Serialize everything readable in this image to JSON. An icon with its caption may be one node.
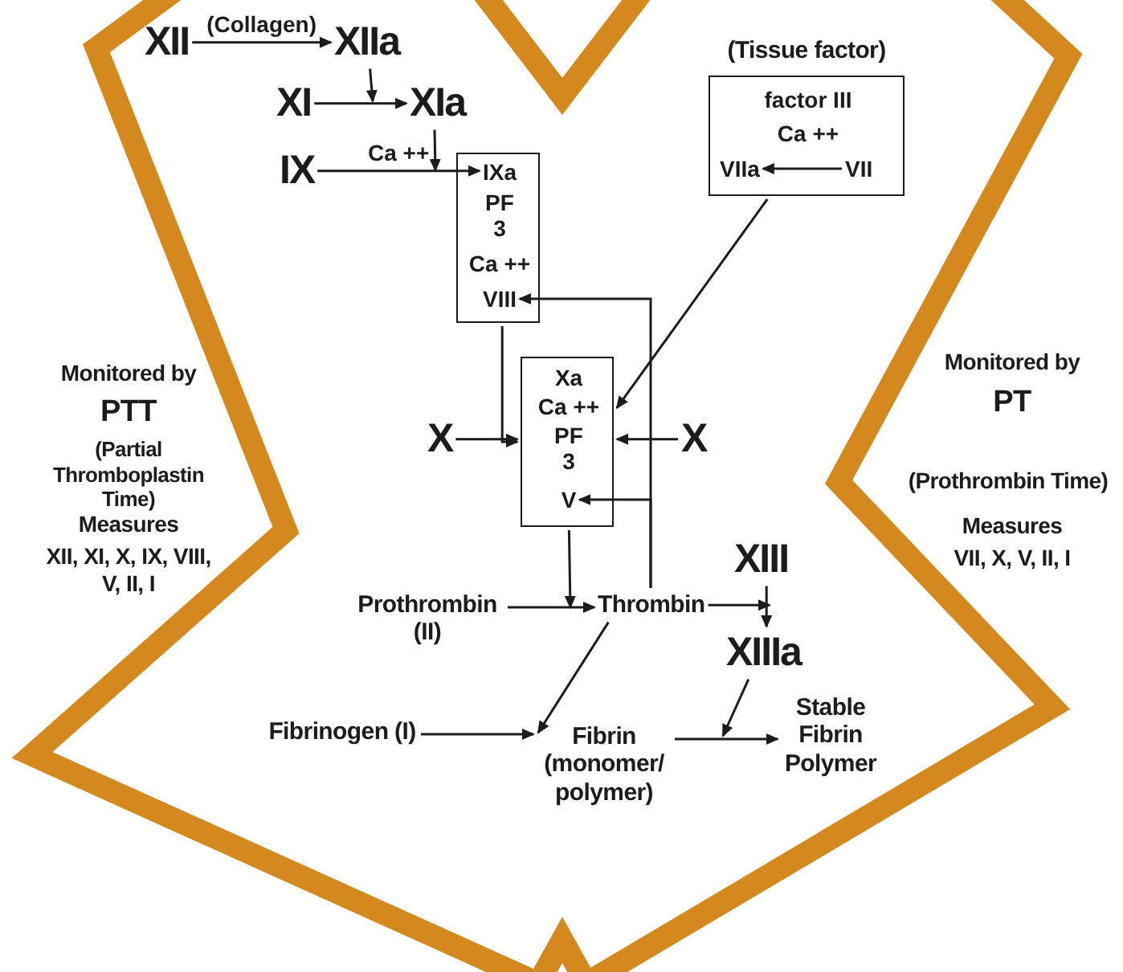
{
  "diagram": {
    "nodes": [
      {
        "text": [
          "XII"
        ]
      },
      {
        "text": [
          "XIIa"
        ]
      },
      {
        "text": [
          "XI"
        ]
      },
      {
        "text": [
          "XIa"
        ]
      },
      {
        "text": [
          "IX"
        ]
      },
      {
        "text": [],
        "shape": "box"
      },
      {
        "text": [
          "IXa"
        ],
        "in": 5
      },
      {
        "text": [
          "PF 3"
        ],
        "in": 5
      },
      {
        "text": [
          "Ca ++"
        ],
        "in": 5
      },
      {
        "text": [
          "VIII"
        ],
        "in": 5
      },
      {
        "text": [
          "(Tissue factor)"
        ]
      },
      {
        "text": [
          "factor III"
        ],
        "in": 10
      },
      {
        "text": [
          "Ca ++"
        ],
        "in": 10
      },
      {
        "text": [
          "VIIa"
        ],
        "in": 10
      },
      {
        "text": [
          "VII"
        ],
        "in": 10
      },
      {
        "text": [
          "X"
        ]
      },
      {
        "text": [],
        "shape": "box"
      },
      {
        "text": [
          "Xa"
        ],
        "in": 16
      },
      {
        "text": [
          "Ca ++"
        ],
        "in": 16
      },
      {
        "text": [
          "PF 3"
        ],
        "in": 16
      },
      {
        "text": [
          "V"
        ],
        "in": 16
      },
      {
        "text": [
          "X"
        ]
      },
      {
        "text": [
          "Prothrombin (II)"
        ]
      },
      {
        "text": [
          "Thrombin"
        ]
      },
      {
        "text": [
          "XIII"
        ]
      },
      {
        "text": [
          "XIIIa"
        ]
      },
      {
        "text": [
          "Fibrinogen (I)"
        ]
      },
      {
        "text": [
          "Fibrin (monomer/ polymer)"
        ]
      },
      {
        "text": [
          "Stable Fibrin Polymer"
        ]
      }
    ],
    "edges": [
      {
        "from": 0,
        "to": 1,
        "arrow": "to",
        "label": "(Collagen)"
      },
      {
        "from": 1,
        "to": 3,
        "arrow": "to"
      },
      {
        "from": 2,
        "to": 3,
        "arrow": "to"
      },
      {
        "from": 3,
        "to": 5,
        "arrow": "to"
      },
      {
        "from": 4,
        "to": 6,
        "arrow": "to",
        "label": "Ca ++"
      },
      {
        "from": 5,
        "to": 16,
        "arrow": "to"
      },
      {
        "from": 10,
        "to": 16,
        "arrow": "to"
      },
      {
        "from": 15,
        "to": 16,
        "arrow": "to"
      },
      {
        "from": 21,
        "to": 16,
        "arrow": "to"
      },
      {
        "from": 23,
        "to": 9,
        "arrow": "to"
      },
      {
        "from": 23,
        "to": 20,
        "arrow": "to"
      },
      {
        "from": 16,
        "to": 23,
        "arrow": "to"
      },
      {
        "from": 22,
        "to": 23,
        "arrow": "to"
      },
      {
        "from": 23,
        "to": 24,
        "arrow": "to"
      },
      {
        "from": 24,
        "to": 25,
        "arrow": "to"
      },
      {
        "from": 23,
        "to": 27,
        "arrow": "to"
      },
      {
        "from": 26,
        "to": 27,
        "arrow": "to"
      },
      {
        "from": 27,
        "to": 28,
        "arrow": "to"
      },
      {
        "from": 25,
        "to": 27,
        "arrow": "to"
      },
      {
        "from": 14,
        "to": 13,
        "arrow": "to"
      }
    ],
    "labels": [
      "Monitored by",
      "PTT",
      "(Partial Thromboplastin Time)",
      "Measures",
      "XII, XI, X, IX, VIII, V, II, I",
      "Monitored by",
      "PT",
      "(Prothrombin Time)",
      "Measures",
      "VII, X, V, II, I"
    ]
  }
}
